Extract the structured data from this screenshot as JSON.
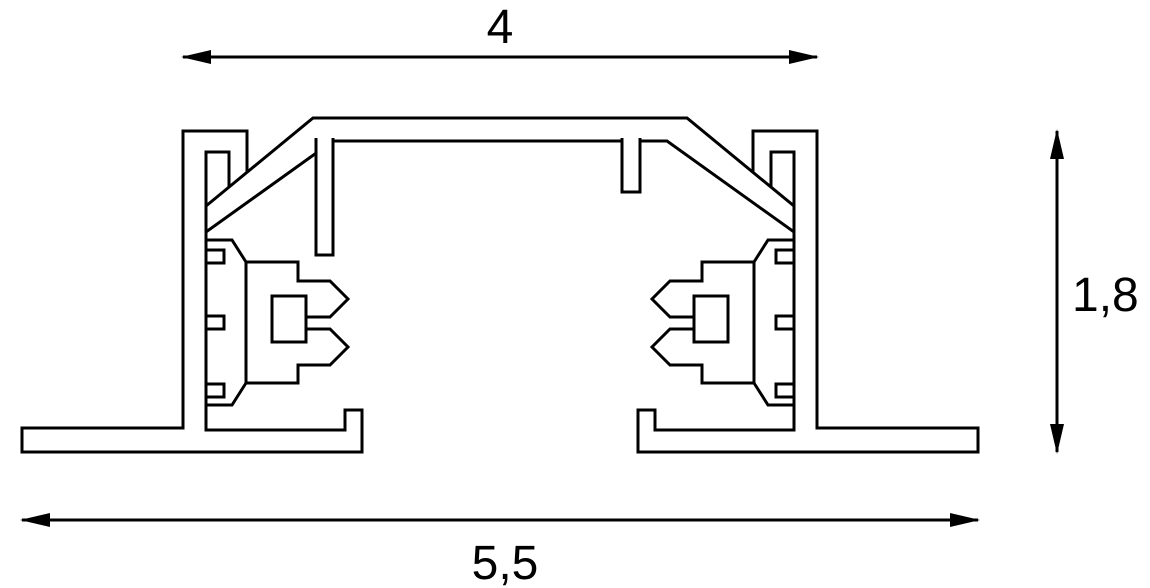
{
  "diagram": {
    "labels": {
      "top_width": "4",
      "height": "1,8",
      "bottom_width": "5,5"
    },
    "colors": {
      "line": "#000000",
      "background": "#ffffff"
    }
  }
}
